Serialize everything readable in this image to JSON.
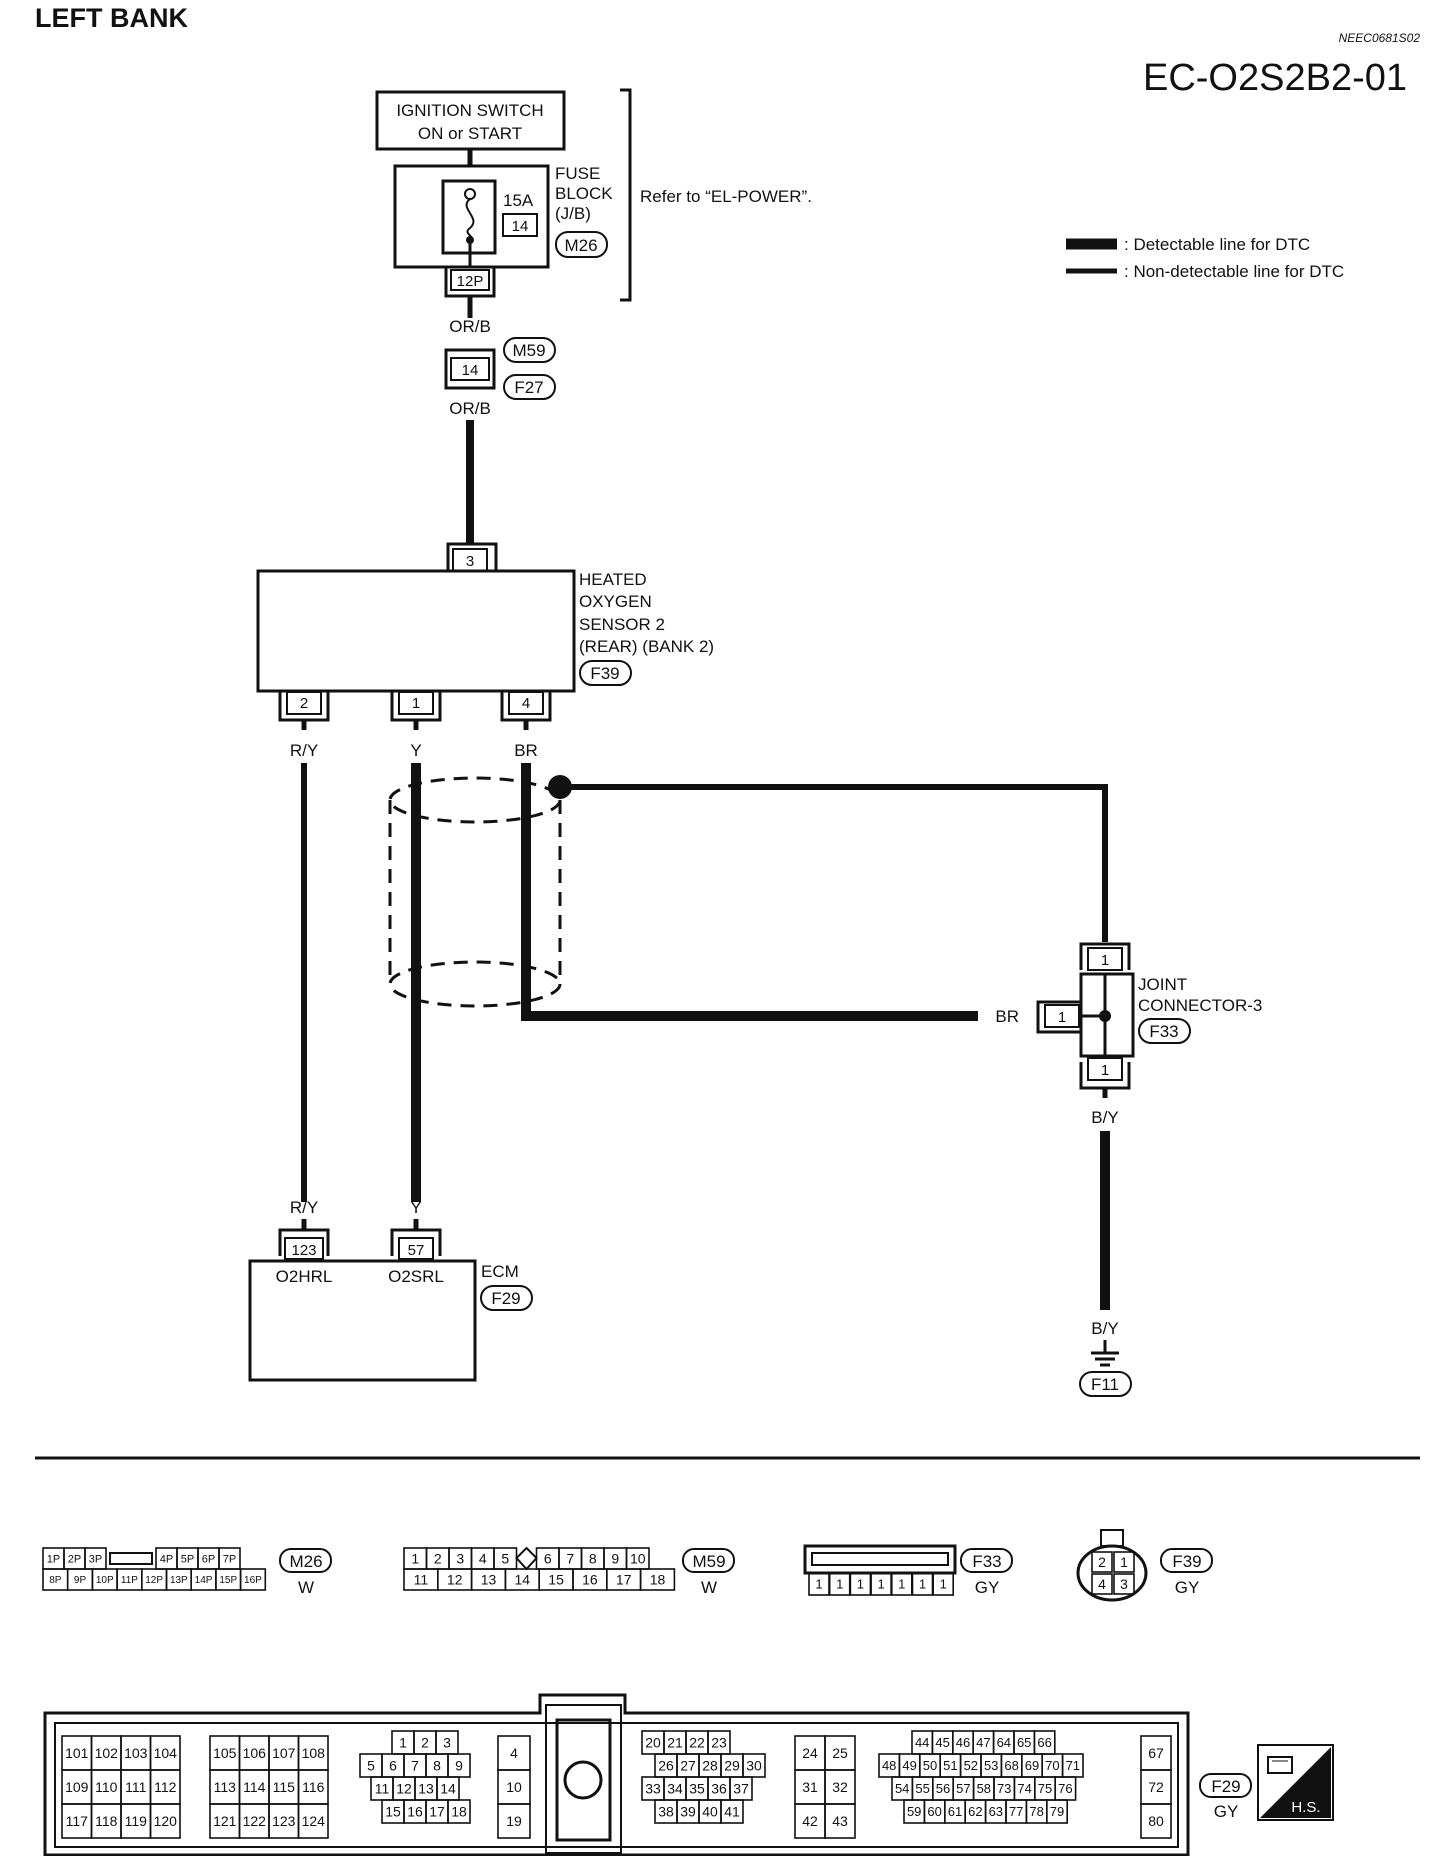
{
  "header": {
    "title": "LEFT BANK",
    "ref_code": "NEEC0681S02",
    "diagram_id": "EC-O2S2B2-01"
  },
  "legend": {
    "detectable": ": Detectable line for DTC",
    "non_detectable": ": Non-detectable line for DTC"
  },
  "ignition": {
    "line1": "IGNITION SWITCH",
    "line2": "ON or START"
  },
  "fuse_block": {
    "label_lines": [
      "FUSE",
      "BLOCK",
      "(J/B)"
    ],
    "amp": "15A",
    "fuse_no": "14",
    "connector": "M26",
    "terminal": "12P",
    "refer": "Refer to “EL-POWER”."
  },
  "wire_orb": {
    "color_top": "OR/B",
    "color_bottom": "OR/B",
    "pin": "14",
    "conn_top": "M59",
    "conn_bottom": "F27"
  },
  "sensor": {
    "label_lines": [
      "HEATED",
      "OXYGEN",
      "SENSOR 2",
      "(REAR) (BANK 2)"
    ],
    "connector": "F39",
    "pin_top": "3",
    "pins": [
      {
        "pin": "2",
        "color": "R/Y"
      },
      {
        "pin": "1",
        "color": "Y"
      },
      {
        "pin": "4",
        "color": "BR"
      }
    ]
  },
  "joint": {
    "label_lines": [
      "JOINT",
      "CONNECTOR-3"
    ],
    "connector": "F33",
    "pin_top": "1",
    "pin_side": "1",
    "pin_bottom": "1",
    "wire_in": "BR",
    "wire_out": "B/Y",
    "ground_wire": "B/Y",
    "ground_conn": "F11"
  },
  "ecm": {
    "label": "ECM",
    "connector": "F29",
    "wire1": "R/Y",
    "wire2": "Y",
    "pin1": "123",
    "pin2": "57",
    "term1": "O2HRL",
    "term2": "O2SRL"
  },
  "connectors": {
    "m26": {
      "name": "M26",
      "color": "W",
      "row1": [
        "1P",
        "2P",
        "3P",
        "",
        "4P",
        "5P",
        "6P",
        "7P"
      ],
      "row2": [
        "8P",
        "9P",
        "10P",
        "11P",
        "12P",
        "13P",
        "14P",
        "15P",
        "16P"
      ]
    },
    "m59": {
      "name": "M59",
      "color": "W",
      "row1": [
        "1",
        "2",
        "3",
        "4",
        "5",
        "",
        "6",
        "7",
        "8",
        "9",
        "10"
      ],
      "row2": [
        "11",
        "12",
        "13",
        "14",
        "15",
        "16",
        "17",
        "18"
      ]
    },
    "f33": {
      "name": "F33",
      "color": "GY",
      "pins": [
        "1",
        "1",
        "1",
        "1",
        "1",
        "1",
        "1"
      ]
    },
    "f39": {
      "name": "F39",
      "color": "GY",
      "pins": [
        "2",
        "1",
        "4",
        "3"
      ]
    },
    "f29": {
      "name": "F29",
      "color": "GY",
      "hs": "H.S.",
      "b1": [
        [
          "101",
          "102",
          "103",
          "104"
        ],
        [
          "109",
          "110",
          "111",
          "112"
        ],
        [
          "117",
          "118",
          "119",
          "120"
        ]
      ],
      "b2": [
        [
          "105",
          "106",
          "107",
          "108"
        ],
        [
          "113",
          "114",
          "115",
          "116"
        ],
        [
          "121",
          "122",
          "123",
          "124"
        ]
      ],
      "b3": [
        [
          "1",
          "2",
          "3"
        ],
        [
          "5",
          "6",
          "7",
          "8",
          "9"
        ],
        [
          "11",
          "12",
          "13",
          "14"
        ],
        [
          "15",
          "16",
          "17",
          "18"
        ]
      ],
      "b4": [
        "4",
        "10",
        "19"
      ],
      "b5": [
        [
          "20",
          "21",
          "22",
          "23"
        ],
        [
          "26",
          "27",
          "28",
          "29",
          "30"
        ],
        [
          "33",
          "34",
          "35",
          "36",
          "37"
        ],
        [
          "38",
          "39",
          "40",
          "41"
        ]
      ],
      "b6": [
        [
          "24",
          "25"
        ],
        [
          "31",
          "32"
        ],
        [
          "42",
          "43"
        ]
      ],
      "b7": [
        [
          "44",
          "45",
          "46",
          "47",
          "64",
          "65",
          "66"
        ],
        [
          "48",
          "49",
          "50",
          "51",
          "52",
          "53",
          "68",
          "69",
          "70",
          "71"
        ],
        [
          "54",
          "55",
          "56",
          "57",
          "58",
          "73",
          "74",
          "75",
          "76"
        ],
        [
          "59",
          "60",
          "61",
          "62",
          "63",
          "77",
          "78",
          "79"
        ]
      ],
      "b8": [
        "67",
        "72",
        "80"
      ]
    }
  }
}
